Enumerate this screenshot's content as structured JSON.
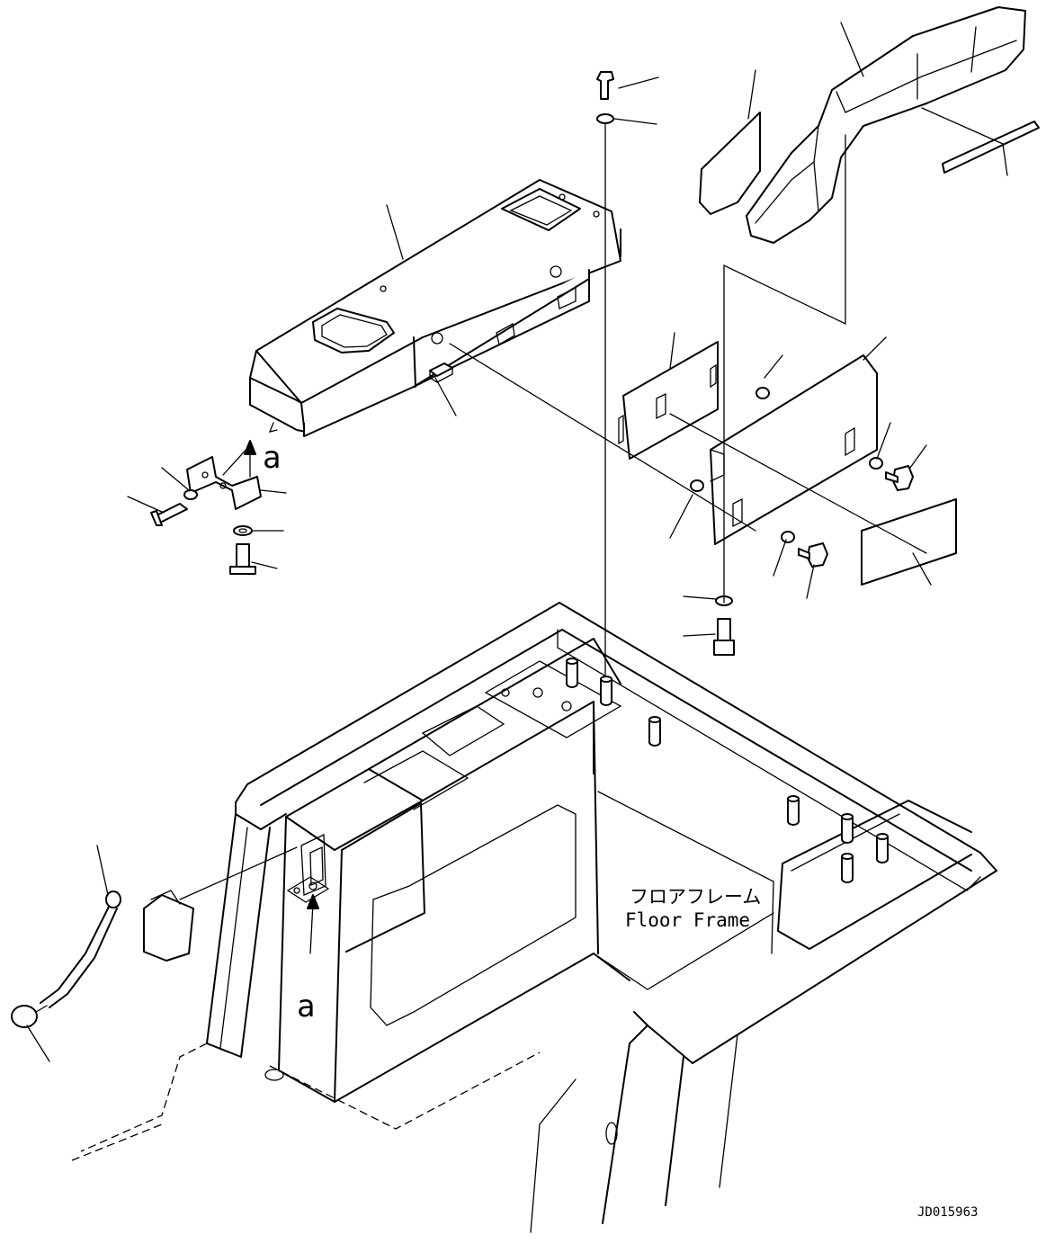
{
  "labels": {
    "floor_frame_jp": "フロアフレーム",
    "floor_frame_en": "Floor Frame",
    "view_mark_top": "a",
    "view_mark_bottom": "a",
    "drawing_id": "JD015963"
  }
}
